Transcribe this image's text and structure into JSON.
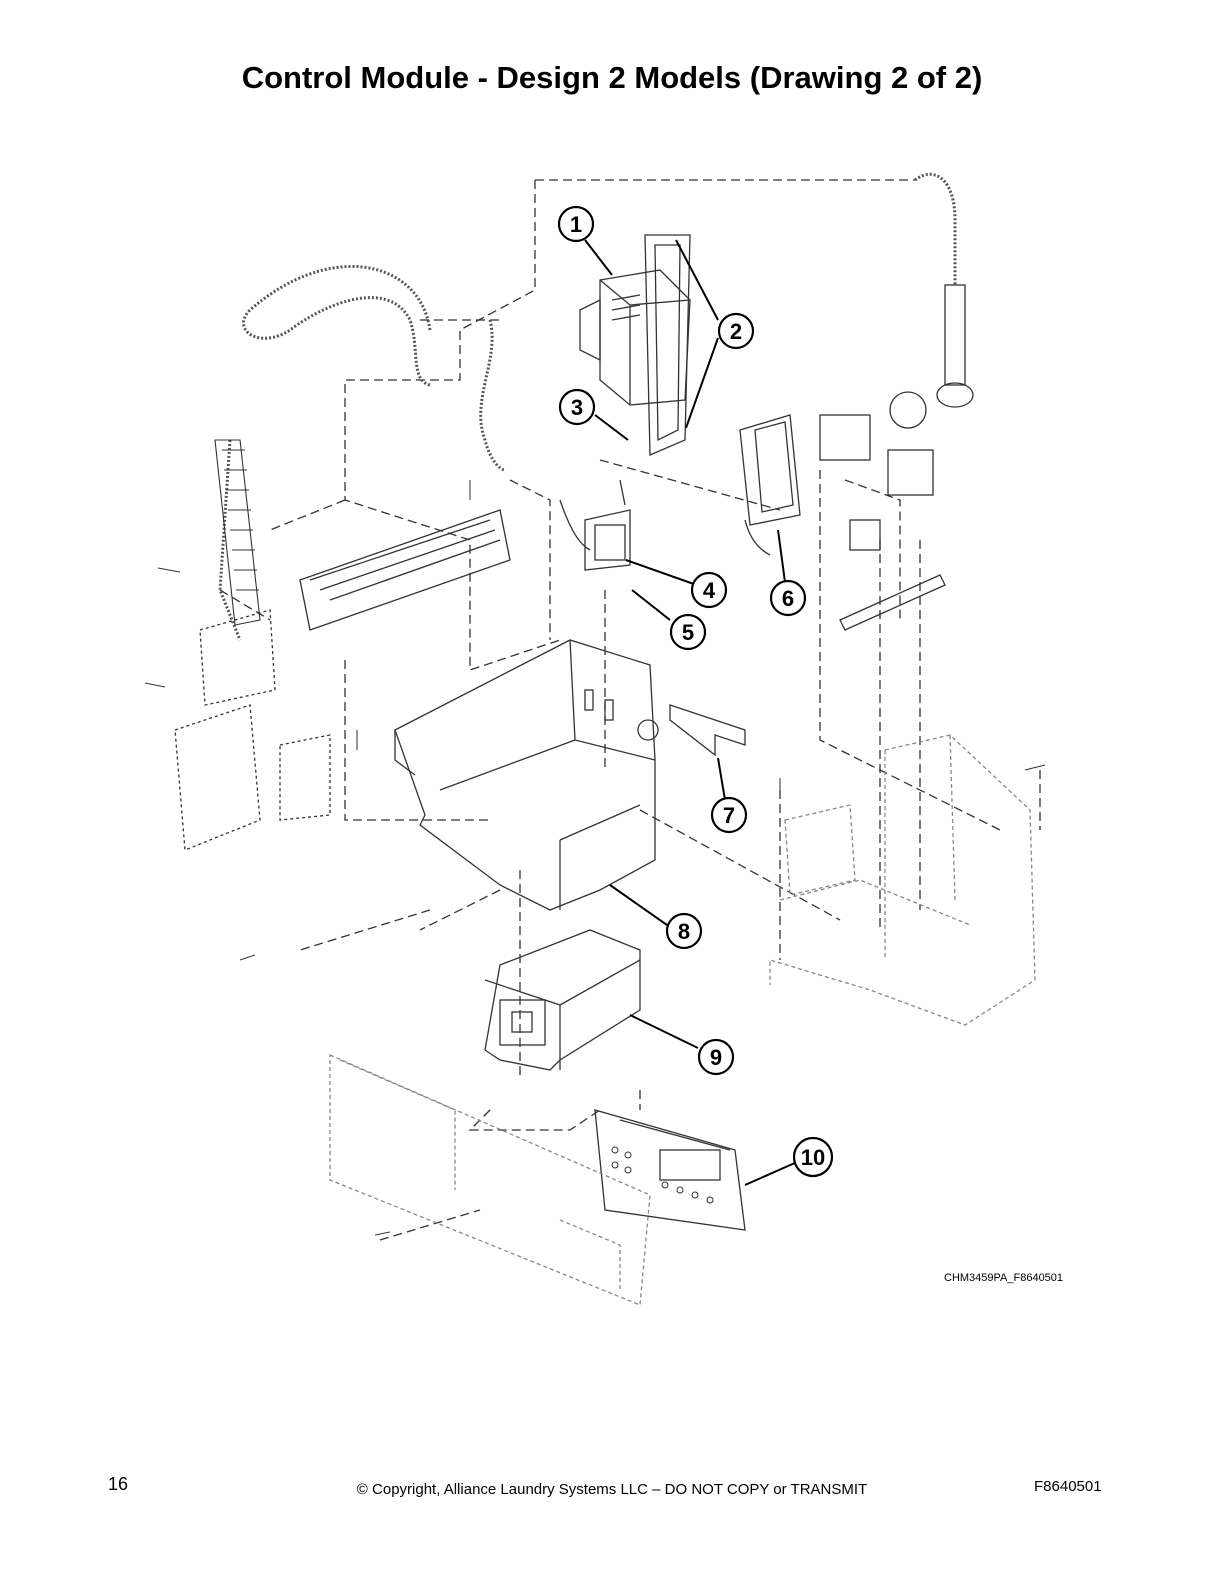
{
  "page": {
    "title": "Control Module - Design 2 Models (Drawing 2 of 2)",
    "drawing_id": "CHM3459PA_F8640501",
    "footer": {
      "page_number": "16",
      "copyright": "© Copyright, Alliance Laundry Systems LLC – DO NOT COPY or TRANSMIT",
      "doc_code": "F8640501"
    }
  },
  "callouts": [
    "1",
    "2",
    "3",
    "4",
    "5",
    "6",
    "7",
    "8",
    "9",
    "10"
  ]
}
